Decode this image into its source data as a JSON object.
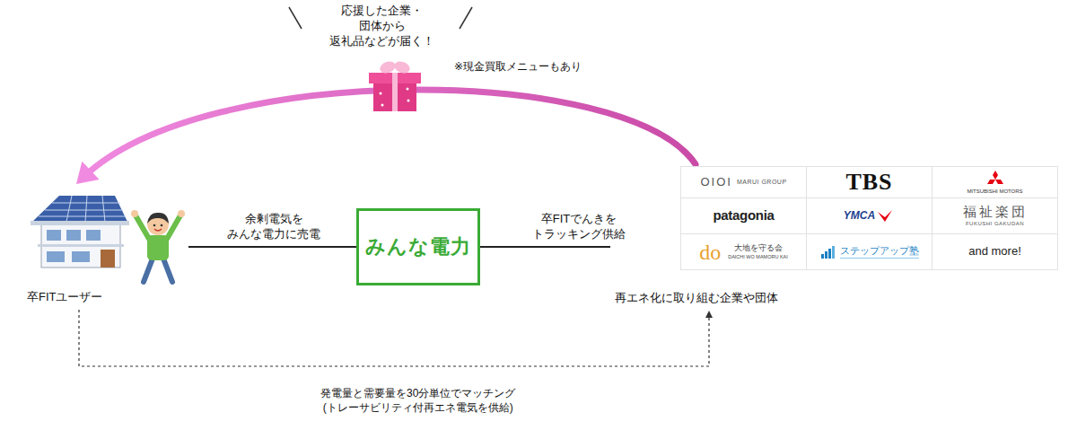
{
  "diagram": {
    "nodes": [
      {
        "text": [
          "卒FITユーザー"
        ]
      },
      {
        "text": [
          "みんな電力"
        ]
      },
      {
        "text": [
          "再エネ化に取り組む企業や団体"
        ]
      },
      {
        "text": [
          "OIOI",
          "MARUI GROUP"
        ],
        "in": 2
      },
      {
        "text": [
          "TBS"
        ],
        "in": 2
      },
      {
        "text": [
          "MITSUBISHI MOTORS"
        ],
        "in": 2
      },
      {
        "text": [
          "patagonia"
        ],
        "in": 2
      },
      {
        "text": [
          "YMCA"
        ],
        "in": 2
      },
      {
        "text": [
          "福祉楽団",
          "FUKUSHI GAKUDAN"
        ],
        "in": 2
      },
      {
        "text": [
          "do",
          "大地を守る会",
          "DAICHI WO MAMORU KAI"
        ],
        "in": 2
      },
      {
        "text": [
          "ステップアップ塾"
        ],
        "in": 2
      },
      {
        "text": [
          "and more!"
        ],
        "in": 2
      }
    ],
    "edges": [
      {
        "from": 0,
        "to": 1,
        "label": "余剰電気を みんな電力に売電",
        "arrow": "none"
      },
      {
        "from": 1,
        "to": 2,
        "label": "卒FITでんきを トラッキング供給",
        "arrow": "none"
      },
      {
        "from": 2,
        "to": 0,
        "label": "応援した企業・団体から 返礼品などが届く！",
        "arrow": "to"
      },
      {
        "from": 0,
        "to": 2,
        "label": "発電量と需要量を30分単位でマッチング (トレーサビリティ付再エネ電気を供給)",
        "arrow": "to"
      }
    ],
    "labels": [
      "※現金買取メニューもあり"
    ]
  }
}
